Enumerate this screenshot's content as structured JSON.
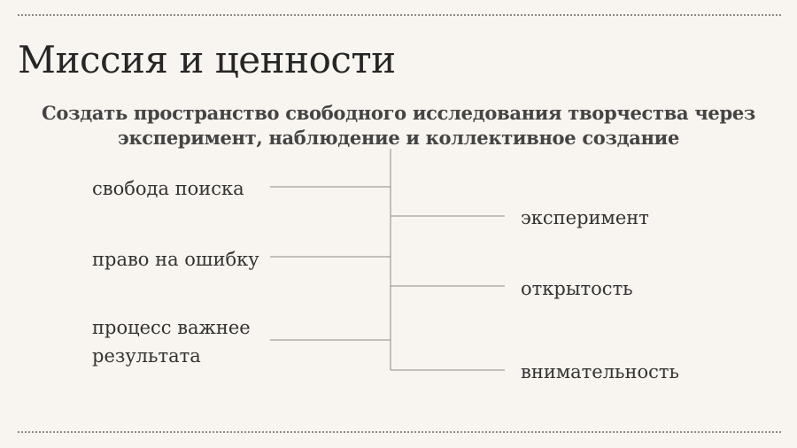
{
  "slide": {
    "title": "Миссия и ценности",
    "mission": "Создать пространство свободного исследования творчества через эксперимент, наблюдение и коллективное создание"
  },
  "values": {
    "left": [
      "свобода поиска",
      "право на ошибку",
      "процесс важнее результата"
    ],
    "right": [
      "эксперимент",
      "открытость",
      "внимательность"
    ]
  },
  "colors": {
    "background": "#f8f5f0",
    "text": "#333333",
    "lines": "#8a8a8a"
  }
}
